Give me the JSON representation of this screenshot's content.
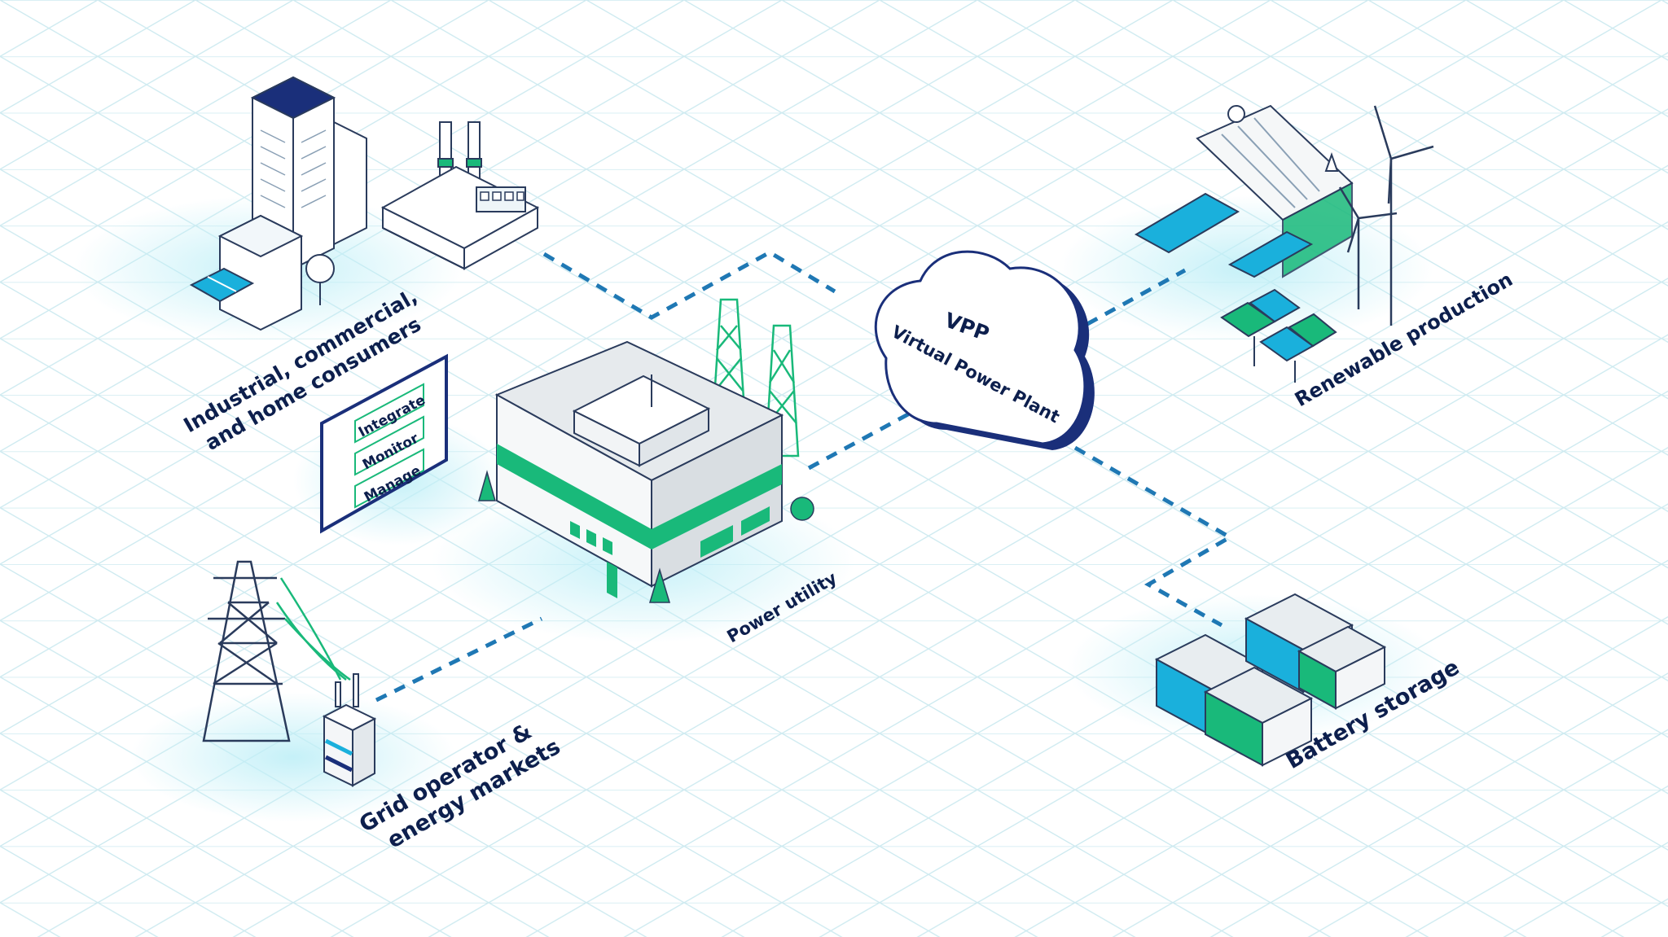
{
  "diagram": {
    "cloud": {
      "title": "VPP",
      "subtitle": "Virtual Power Plant"
    },
    "panel": {
      "items": [
        "Integrate",
        "Monitor",
        "Manage"
      ]
    },
    "labels": {
      "consumers": [
        "Industrial, commercial,",
        "and home consumers"
      ],
      "utility": "Power utility",
      "grid": [
        "Grid operator &",
        "energy markets"
      ],
      "renewable": "Renewable production",
      "battery": "Battery storage"
    }
  },
  "colors": {
    "navy": "#1a2f7a",
    "dash_blue": "#1f78b4",
    "green": "#19b97a",
    "cyan": "#1ab0dc",
    "grid_line": "#cdeaf0"
  },
  "icons": [
    "office-buildings-icon",
    "factory-icon",
    "power-plant-icon",
    "vpp-cloud-icon",
    "hydro-dam-icon",
    "wind-turbine-icon",
    "solar-panel-icon",
    "battery-container-icon",
    "transmission-tower-icon",
    "substation-icon",
    "control-panel-icon"
  ]
}
